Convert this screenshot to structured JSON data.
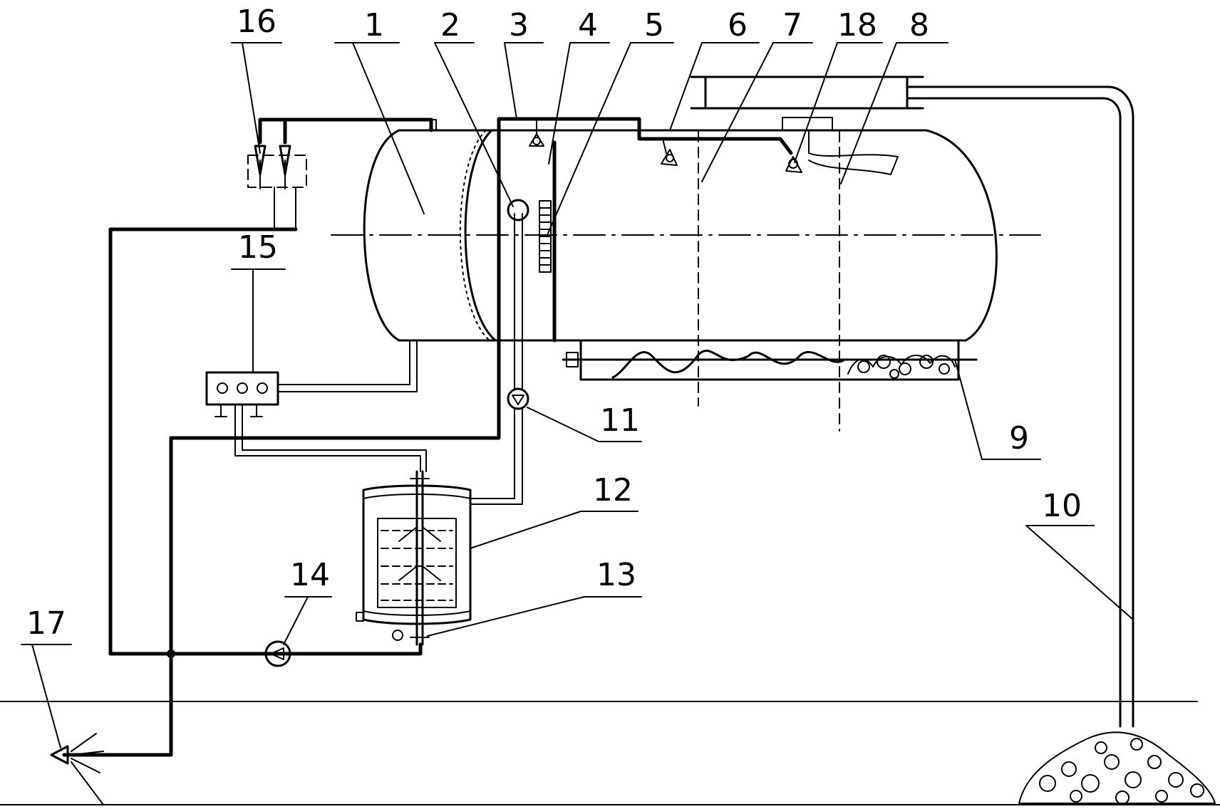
{
  "diagram": {
    "labels": {
      "n1": "1",
      "n2": "2",
      "n3": "3",
      "n4": "4",
      "n5": "5",
      "n6": "6",
      "n7": "7",
      "n18": "18",
      "n8": "8",
      "n9": "9",
      "n10": "10",
      "n11": "11",
      "n12": "12",
      "n13": "13",
      "n14": "14",
      "n15": "15",
      "n16": "16",
      "n17": "17"
    },
    "components": [
      "horizontal-tank",
      "dished-end-partition",
      "spray-nozzle",
      "baffle-plate",
      "filter-screen",
      "top-pipe",
      "chamber-divider-line",
      "outlet-hood",
      "screw-conveyor",
      "discharge-chute",
      "valve",
      "mixing-tank",
      "agitator-shaft",
      "pump",
      "control-box",
      "dosing-valves",
      "ground-sprinkler"
    ]
  }
}
